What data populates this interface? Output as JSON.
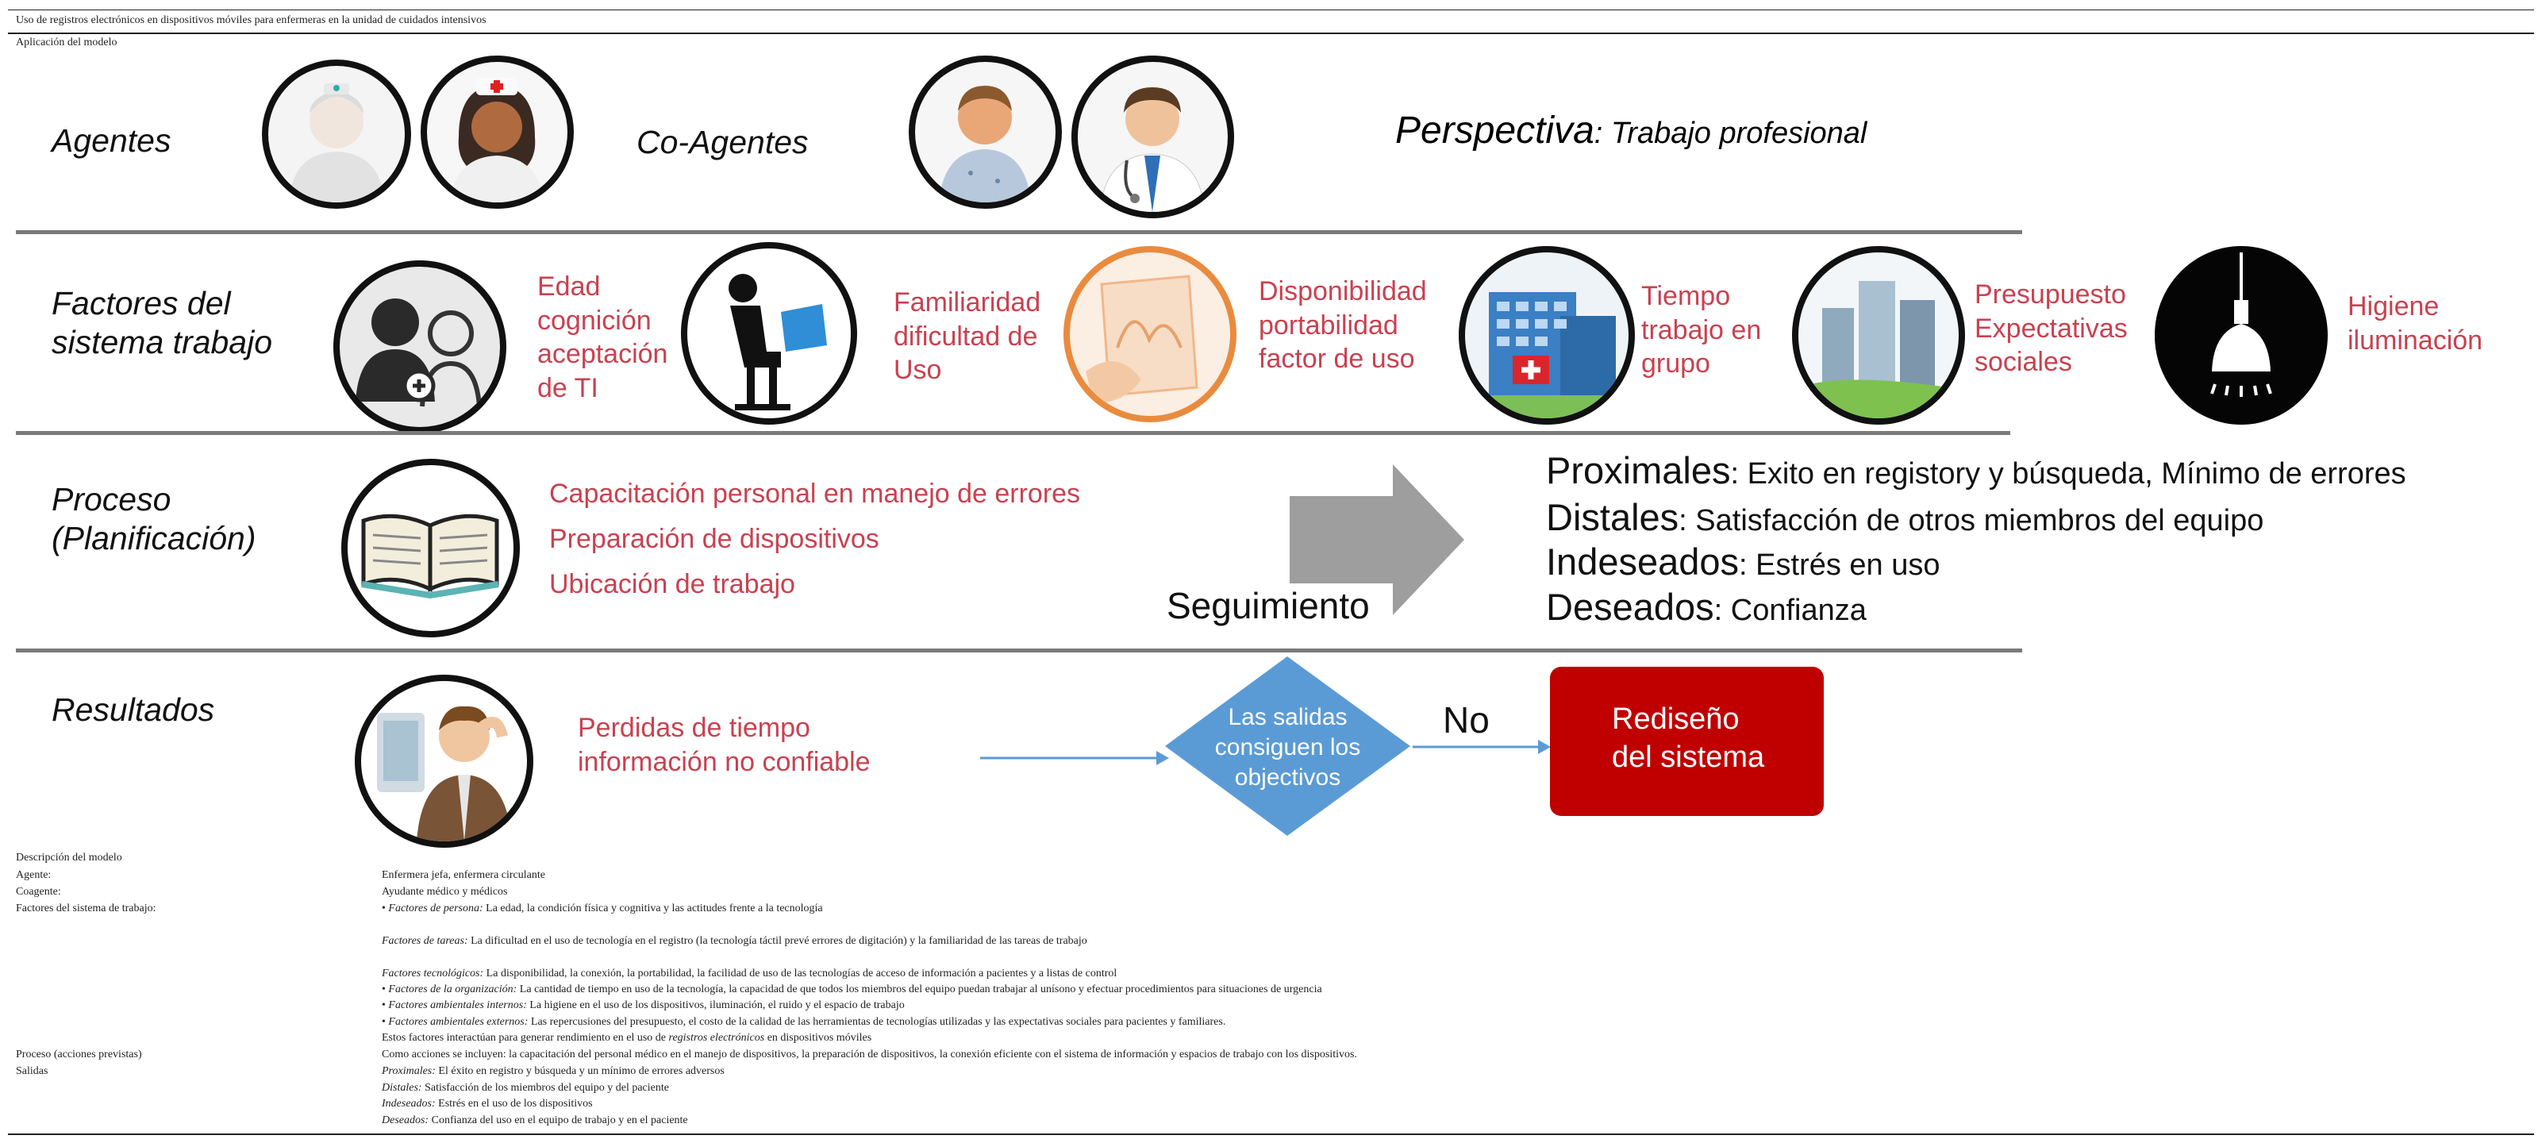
{
  "table_title": "Uso de registros electrónicos en dispositivos móviles para enfermeras en la unidad de cuidados intensivos",
  "model_application_label": "Aplicación del modelo",
  "figure": {
    "agents_title": "Agentes",
    "co_agents_title": "Co-Agentes",
    "perspective_label": "Perspectiva",
    "perspective_value": ": Trabajo profesional",
    "work_system_title_1": "Factores del",
    "work_system_title_2": "sistema trabajo",
    "factors": [
      {
        "lines": [
          "Edad",
          "cognición",
          "aceptación",
          "de TI"
        ]
      },
      {
        "lines": [
          "Familiaridad",
          "dificultad de",
          "Uso"
        ]
      },
      {
        "lines": [
          "Disponibilidad",
          "portabilidad",
          "factor de uso"
        ]
      },
      {
        "lines": [
          "Tiempo",
          "trabajo en",
          "grupo"
        ]
      },
      {
        "lines": [
          "Presupuesto",
          "Expectativas",
          "sociales"
        ]
      },
      {
        "lines": [
          "Higiene",
          "iluminación"
        ]
      }
    ],
    "process_title_1": "Proceso",
    "process_title_2": "(Planificación)",
    "process_items": [
      "Capacitación personal en manejo de errores",
      "Preparación de dispositivos",
      "Ubicación de trabajo"
    ],
    "followup_label": "Seguimiento",
    "outcomes": [
      {
        "label": "Proximales",
        "text": ": Exito en registory y búsqueda, Mínimo de errores"
      },
      {
        "label": "Distales",
        "text": ": Satisfacción de otros miembros del equipo"
      },
      {
        "label": "Indeseados",
        "text": ": Estrés en uso"
      },
      {
        "label": "Deseados",
        "text": ": Confianza"
      }
    ],
    "results_title": "Resultados",
    "results_lines": [
      "Perdidas de tiempo",
      "información no confiable"
    ],
    "diamond_lines": [
      "Las salidas",
      "consiguen los",
      "objectivos"
    ],
    "no_label": "No",
    "redesign_lines": [
      "Rediseño",
      "del sistema"
    ],
    "colors": {
      "red_text": "#c94150",
      "diamond": "#5b9bd5",
      "redesign": "#c00000",
      "arrow_gray": "#9e9e9e"
    }
  },
  "description": {
    "header": "Descripción del modelo",
    "agent_label": "Agente:",
    "agent_value": "Enfermera jefa, enfermera circulante",
    "coagent_label": "Coagente:",
    "coagent_value": "Ayudante médico y médicos",
    "factors_label": "Factores del sistema de trabajo:",
    "person_factors_prefix": "• ",
    "person_factors_label": "Factores de persona:",
    "person_factors_text": " La edad, la condición física y cognitiva y las actitudes frente a la tecnología",
    "task_factors_label": "Factores de tareas:",
    "task_factors_text": " La dificultad en el uso de tecnología en el registro (la tecnología táctil prevé errores de digitación) y la familiaridad de las tareas de trabajo",
    "tech_factors_label": "Factores tecnológicos:",
    "tech_factors_text": " La disponibilidad, la conexión, la portabilidad, la facilidad de uso de las tecnologías de acceso de información a pacientes y a listas de control",
    "org_factors_label": "Factores de la organización:",
    "org_factors_text": " La cantidad de tiempo en uso de la tecnología, la capacidad de que todos los miembros del equipo puedan trabajar al unísono y efectuar procedimientos para situaciones de urgencia",
    "int_env_label": "Factores ambientales internos:",
    "int_env_text": " La higiene en el uso de los dispositivos, iluminación, el ruido y el espacio de trabajo",
    "ext_env_label": "Factores ambientales externos:",
    "ext_env_text": " Las repercusiones del presupuesto, el costo de la calidad de las herramientas de tecnologías utilizadas y las expectativas sociales para pacientes y familiares.",
    "interaction_pre": "Estos factores interactúan para generar rendimiento en el uso de ",
    "interaction_italic": "registros electrónicos",
    "interaction_post": " en dispositivos móviles",
    "process_label": "Proceso (acciones previstas)",
    "process_text": "Como acciones se incluyen: la capacitación del personal médico en el manejo de dispositivos, la preparación de dispositivos, la conexión eficiente con el sistema de información y espacios de trabajo con los dispositivos.",
    "outputs_label": "Salidas",
    "prox_label": "Proximales:",
    "prox_text": " El éxito en registro y búsqueda y un mínimo de errores adversos",
    "dist_label": "Distales:",
    "dist_text": " Satisfacción de los miembros del equipo y del paciente",
    "undes_label": "Indeseados:",
    "undes_text": " Estrés en el uso de los dispositivos",
    "des_label": "Deseados:",
    "des_text": " Confianza del uso en el equipo de trabajo y en el paciente"
  }
}
